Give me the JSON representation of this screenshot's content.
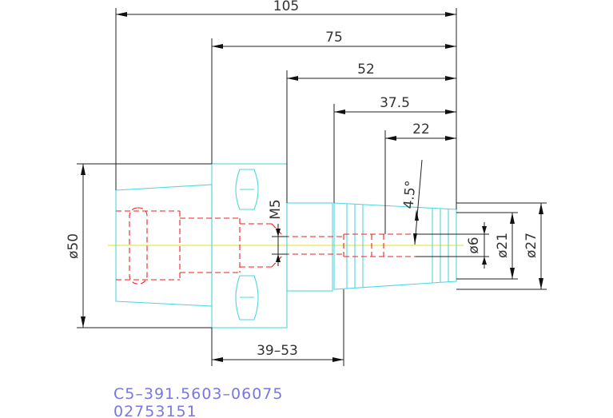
{
  "dimensions": {
    "overall_length": "105",
    "length_75": "75",
    "length_52": "52",
    "length_37_5": "37.5",
    "length_22": "22",
    "taper_angle": "4.5°",
    "thread": "M5",
    "diameter_50": "ø50",
    "diameter_27": "ø27",
    "diameter_21": "ø21",
    "diameter_6": "ø6",
    "range_39_53": "39–53"
  },
  "part_info": {
    "part_number": "C5–391.5603–06075",
    "code": "02753151"
  },
  "colors": {
    "outline": "#4fd6e0",
    "hidden_lines": "#ee2222",
    "centerline": "#e8e84a",
    "dimension": "#222222",
    "part_text": "#7878e0"
  }
}
